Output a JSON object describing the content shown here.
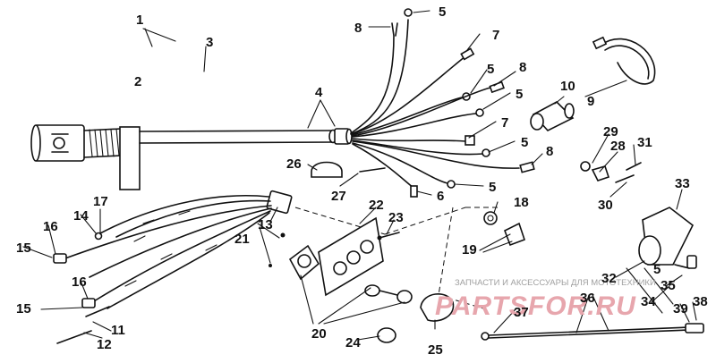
{
  "watermark": {
    "caption": "ЗАПЧАСТИ И АКСЕССУАРЫ ДЛЯ МОТОТЕХНИКИ",
    "brand": "PARTSFOR.RU"
  },
  "callouts": [
    "1",
    "2",
    "3",
    "4",
    "5",
    "5",
    "5",
    "5",
    "5",
    "5",
    "6",
    "7",
    "7",
    "8",
    "8",
    "8",
    "9",
    "10",
    "11",
    "12",
    "13",
    "14",
    "15",
    "15",
    "16",
    "16",
    "17",
    "18",
    "19",
    "20",
    "21",
    "22",
    "23",
    "24",
    "25",
    "26",
    "27",
    "28",
    "29",
    "30",
    "31",
    "32",
    "33",
    "34",
    "35",
    "36",
    "37",
    "38",
    "39"
  ]
}
